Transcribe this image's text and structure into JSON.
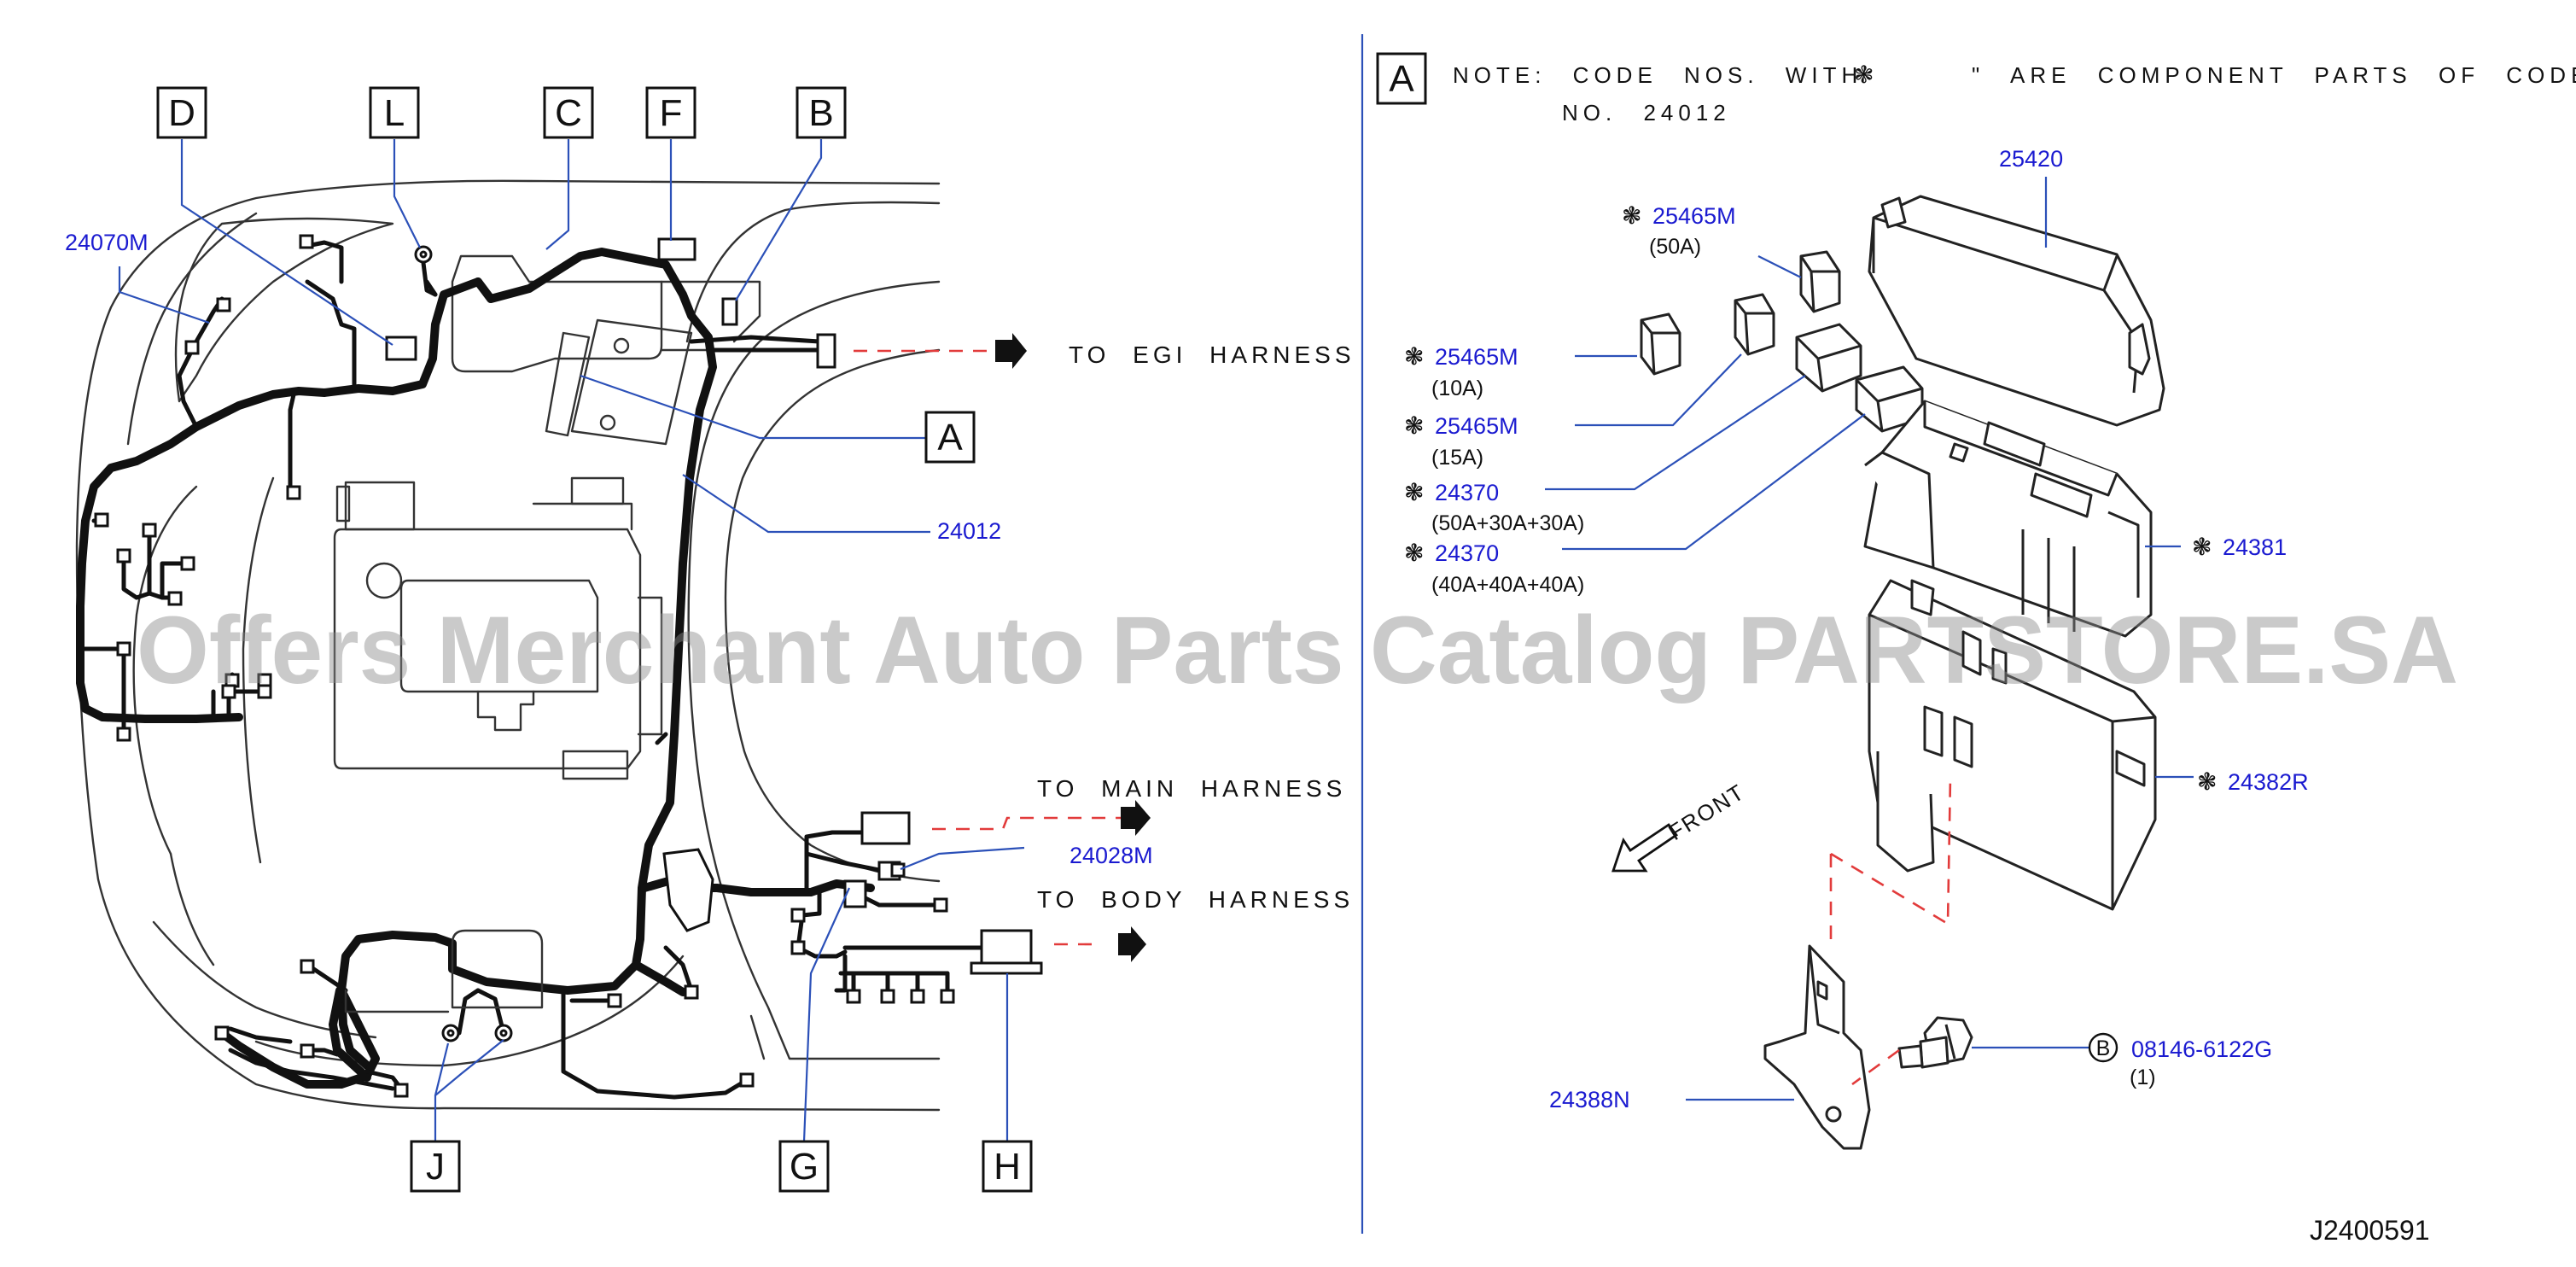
{
  "callouts": {
    "D": "D",
    "L": "L",
    "C": "C",
    "F": "F",
    "B": "B",
    "A": "A",
    "J": "J",
    "G": "G",
    "H": "H",
    "A_detail": "A"
  },
  "harness_parts": {
    "p24070M": "24070M",
    "p24012": "24012",
    "p24028M": "24028M"
  },
  "destinations": {
    "egi": "TO EGI HARNESS",
    "main": "TO MAIN HARNESS",
    "body": "TO BODY HARNESS"
  },
  "note": {
    "line1a": "NOTE: CODE NOS. WITH",
    "symbol": "❃",
    "line1b": "\" ARE COMPONENT PARTS OF CODE",
    "line2": "NO. 24012"
  },
  "fuse_parts": {
    "p25420": "25420",
    "fuse50": {
      "number": "25465M",
      "rating": "(50A)"
    },
    "fuse10": {
      "number": "25465M",
      "rating": "(10A)"
    },
    "fuse15": {
      "number": "25465M",
      "rating": "(15A)"
    },
    "fl1": {
      "number": "24370",
      "rating": "(50A+30A+30A)"
    },
    "fl2": {
      "number": "24370",
      "rating": "(40A+40A+40A)"
    },
    "p24381": "24381",
    "p24382R": "24382R",
    "p24388N": "24388N",
    "bolt": {
      "circle": "B",
      "number": "08146-6122G",
      "qty": "(1)"
    }
  },
  "front_label": "FRONT",
  "drawing_code": "J2400591",
  "watermark": "Offers Merchant Auto Parts Catalog PARTSTORE.SA",
  "colors": {
    "callout_blue": "#1a1ad0",
    "leader_blue": "#2b50b8",
    "dash_red": "#e23b3b"
  }
}
